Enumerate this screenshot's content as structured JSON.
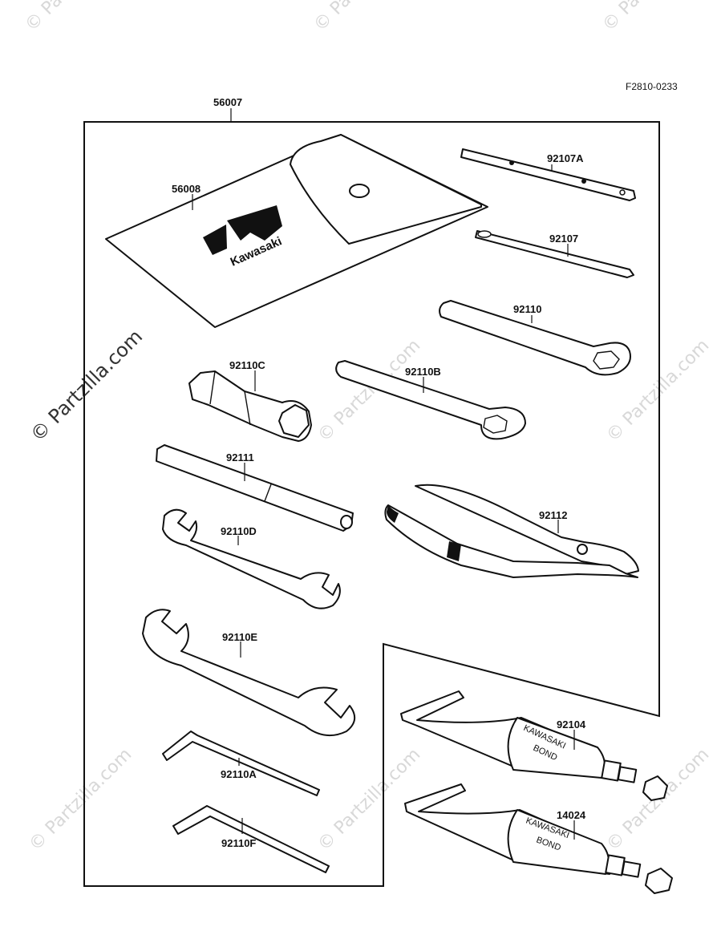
{
  "figure_id": "F2810-0233",
  "watermark": "© Partzilla.com",
  "parts": {
    "kit": "56007",
    "pouch": "56008",
    "screwdriver_a": "92107A",
    "screwdriver": "92107",
    "spanner": "92110",
    "plug_wrench": "92110C",
    "spanner_b": "92110B",
    "handle": "92111",
    "pliers": "92112",
    "wrench_d": "92110D",
    "wrench_e": "92110E",
    "hex_a": "92110A",
    "hex_f": "92110F",
    "bond": "92104",
    "bond_2": "14024"
  },
  "pouch_logo": "Kawasaki",
  "tube_text": {
    "line1": "KAWASAKI",
    "line2": "BOND"
  }
}
